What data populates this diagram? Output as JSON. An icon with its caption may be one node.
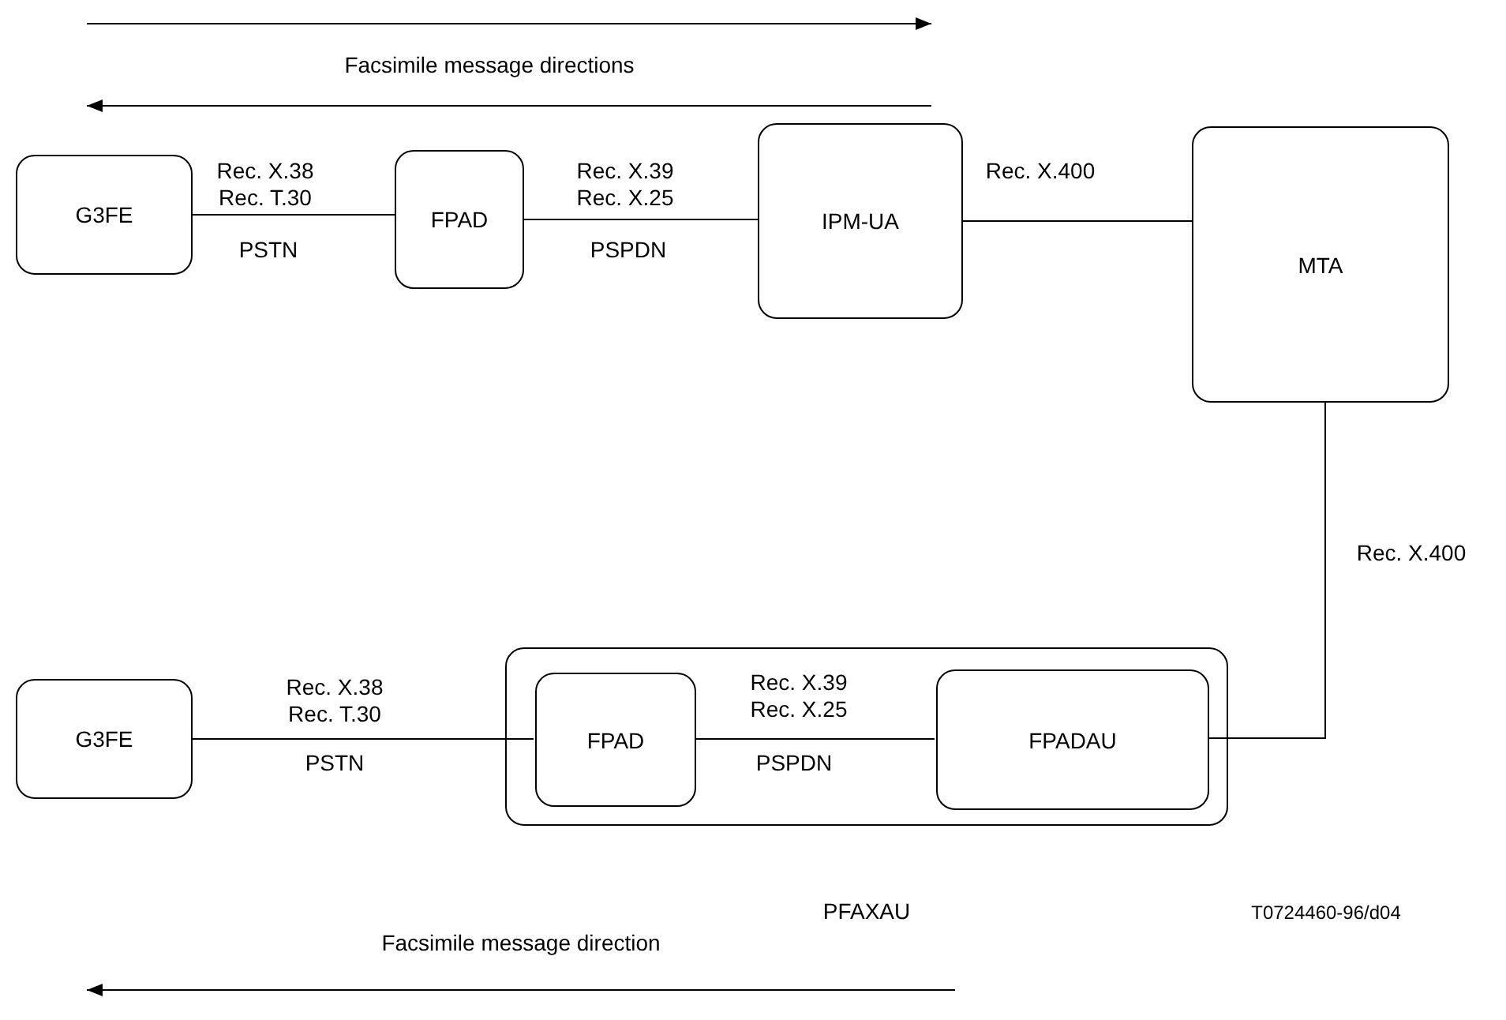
{
  "diagram": {
    "nodes": [
      {
        "text": [
          "G3FE"
        ]
      },
      {
        "text": [
          "FPAD"
        ]
      },
      {
        "text": [
          "IPM-UA"
        ]
      },
      {
        "text": [
          "MTA"
        ]
      },
      {
        "text": [
          "PFAXAU"
        ]
      },
      {
        "text": [
          "G3FE"
        ]
      },
      {
        "text": [
          "FPAD"
        ],
        "in": 4
      },
      {
        "text": [
          "FPADAU"
        ],
        "in": 4
      }
    ],
    "edges": [
      {
        "from": 0,
        "to": 1,
        "arrow": "none",
        "label": "Rec. X.38 Rec. T.30"
      },
      {
        "from": 1,
        "to": 2,
        "arrow": "none",
        "label": "Rec. X.39 Rec. X.25"
      },
      {
        "from": 2,
        "to": 3,
        "arrow": "none",
        "label": "Rec. X.400"
      },
      {
        "from": 3,
        "to": 7,
        "arrow": "none",
        "label": "Rec. X.400"
      },
      {
        "from": 5,
        "to": 6,
        "arrow": "none",
        "label": "Rec. X.38 Rec. T.30"
      },
      {
        "from": 6,
        "to": 7,
        "arrow": "none",
        "label": "Rec. X.39 Rec. X.25"
      }
    ],
    "labels": [
      "Facsimile message directions",
      "PSTN",
      "PSPDN",
      "PSTN",
      "PSPDN",
      "T0724460-96/d04",
      "Facsimile message direction"
    ]
  }
}
